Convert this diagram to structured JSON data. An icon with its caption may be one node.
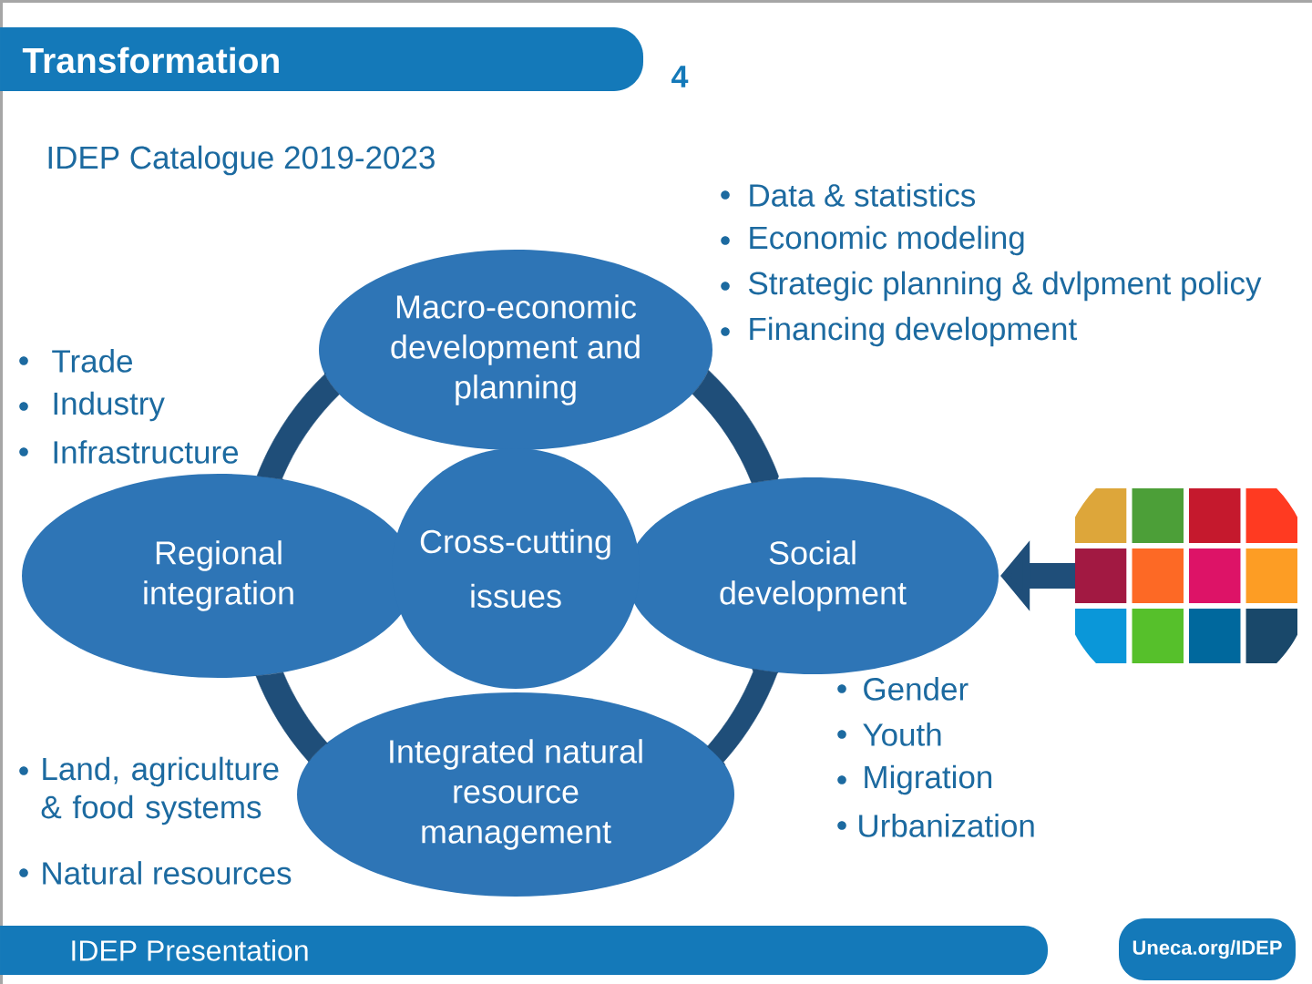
{
  "diagram": {
    "nodes": [
      {
        "text": [
          "Transformation"
        ]
      },
      {
        "text": [
          "Macro-economic development and planning"
        ],
        "beside": [
          "Data & statistics",
          "Economic modeling",
          "Strategic planning & dvlpment policy",
          "Financing development"
        ]
      },
      {
        "text": [
          "Regional integration"
        ],
        "beside": [
          "Trade",
          "Industry",
          "Infrastructure"
        ]
      },
      {
        "text": [
          "Cross-cutting issues"
        ]
      },
      {
        "text": [
          "Social development"
        ],
        "beside": [
          "Gender",
          "Youth",
          "Migration",
          "Urbanization"
        ]
      },
      {
        "text": [
          "Integrated natural resource management"
        ],
        "beside": [
          "Land, agriculture & food systems",
          "Natural resources"
        ]
      },
      {
        "text": [],
        "shape": "picture"
      },
      {
        "text": [
          "IDEP Presentation"
        ]
      },
      {
        "text": [
          "Uneca.org/IDEP"
        ]
      }
    ],
    "edges": [
      {
        "from": 1,
        "to": 4,
        "arrow": "none"
      },
      {
        "from": 4,
        "to": 5,
        "arrow": "none"
      },
      {
        "from": 5,
        "to": 2,
        "arrow": "none"
      },
      {
        "from": 2,
        "to": 1,
        "arrow": "none"
      },
      {
        "from": 6,
        "to": 4,
        "arrow": "to"
      }
    ],
    "labels": [
      "4",
      "IDEP Catalogue 2019-2023"
    ]
  }
}
